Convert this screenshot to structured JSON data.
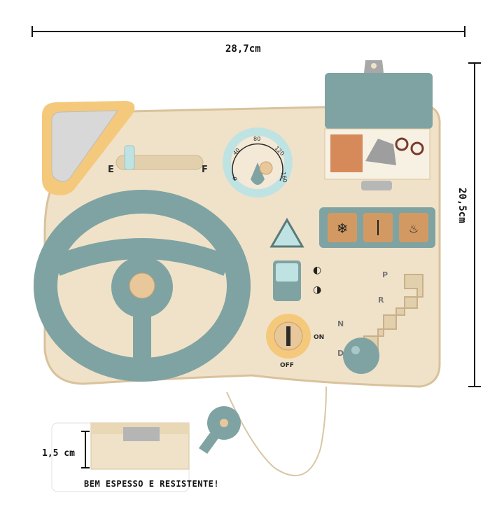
{
  "dimensions": {
    "width": "28,7cm",
    "height": "20,5cm",
    "thickness": "1,5 cm"
  },
  "fuel_gauge": {
    "empty": "E",
    "full": "F"
  },
  "speedometer": {
    "ticks": [
      "0",
      "40",
      "80",
      "120",
      "160"
    ]
  },
  "gear_shift": {
    "positions": [
      "P",
      "R",
      "N",
      "D"
    ]
  },
  "ignition": {
    "on": "ON",
    "off": "OFF"
  },
  "caption": "BEM ESPESSO E RESISTENTE!",
  "colors": {
    "wood": "#f0e2c8",
    "wood_edge": "#d9c29c",
    "teal": "#7fa3a3",
    "mint": "#bfe3e3",
    "mustard": "#f4c97c",
    "dark": "#2b2b2b"
  },
  "icons": [
    "hazard-icon",
    "headlight-icon",
    "fog-light-icon",
    "snowflake-icon",
    "defrost-icon",
    "key-icon",
    "mirror-icon",
    "sunglasses-icon",
    "gloves-icon",
    "book-icon"
  ]
}
